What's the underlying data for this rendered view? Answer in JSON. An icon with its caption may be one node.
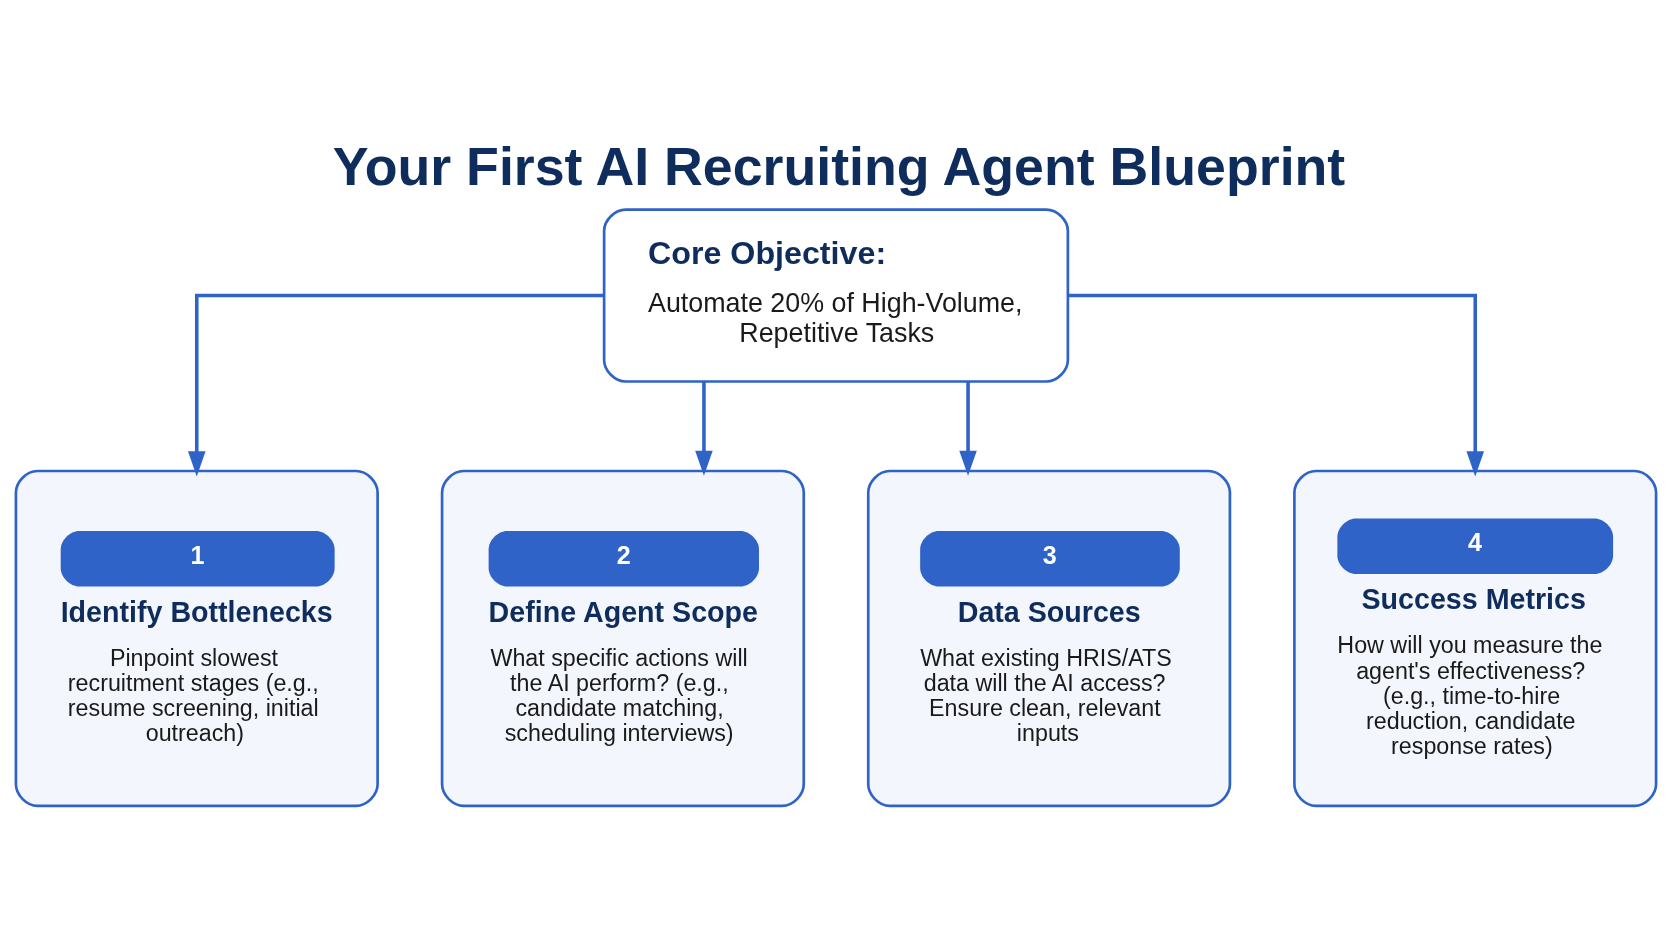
{
  "diagram": {
    "title": "Your First AI Recruiting Agent Blueprint",
    "nodes": [
      {
        "text": [
          "Core Objective:",
          "Automate 20% of High-Volume, Repetitive Tasks"
        ]
      },
      {
        "text": [
          "1",
          "Identify Bottlenecks",
          "Pinpoint slowest recruitment stages (e.g., resume screening, initial outreach)"
        ]
      },
      {
        "text": [
          "2",
          "Define Agent Scope",
          "What specific actions will the AI perform? (e.g., candidate matching, scheduling interviews)"
        ]
      },
      {
        "text": [
          "3",
          "Data Sources",
          "What existing HRIS/ATS data will the AI access? Ensure clean, relevant inputs"
        ]
      },
      {
        "text": [
          "4",
          "Success Metrics",
          "How will you measure the agent's effectiveness? (e.g., time-to-hire reduction, candidate response rates)"
        ]
      }
    ],
    "edges": [
      {
        "from": 0,
        "to": 1,
        "arrow": "to"
      },
      {
        "from": 0,
        "to": 2,
        "arrow": "to"
      },
      {
        "from": 0,
        "to": 3,
        "arrow": "to"
      },
      {
        "from": 0,
        "to": 4,
        "arrow": "to"
      }
    ]
  }
}
